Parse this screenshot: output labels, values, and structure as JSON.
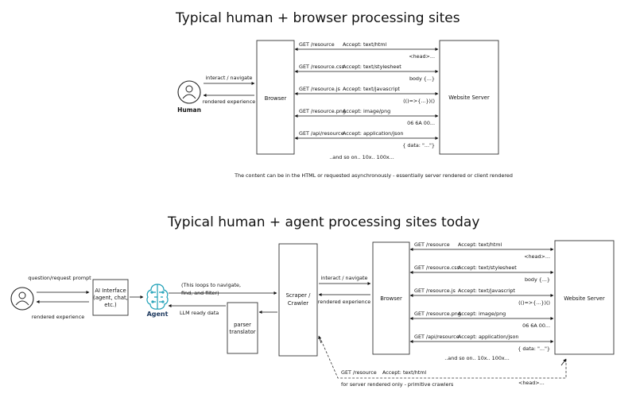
{
  "top": {
    "title": "Typical human + browser processing sites",
    "human_label": "Human",
    "interact": "interact / navigate",
    "rendered": "rendered experience",
    "browser": "Browser",
    "server": "Website Server",
    "requests": [
      {
        "req": "GET /resource",
        "accept": "Accept: text/html",
        "resp": "<head>..."
      },
      {
        "req": "GET /resource.css",
        "accept": "Accept: text/stylesheet",
        "resp": "body {...}"
      },
      {
        "req": "GET /resource.js",
        "accept": "Accept: text/javascript",
        "resp": "(()=>{...})()"
      },
      {
        "req": "GET /resource.png",
        "accept": "Accept: image/png",
        "resp": "06 6A 00..."
      },
      {
        "req": "GET /api/resource",
        "accept": "Accept: application/json",
        "resp": "{ data: \"...\"}"
      }
    ],
    "more": "..and so on.. 10x.. 100x...",
    "note": "The content can be in the HTML or requested asynchronously - essentially server rendered or client rendered"
  },
  "bottom": {
    "title": "Typical human + agent processing sites today",
    "question": "question/request prompt",
    "rendered_human": "rendered experience",
    "ai_interface": [
      "AI Interface",
      "(agent, chat,",
      "etc.)"
    ],
    "agent": "Agent",
    "loops": [
      "(This loops to navigate,",
      "find, and filter)"
    ],
    "llm_ready": "LLM ready data",
    "parser": [
      "parser",
      "translator"
    ],
    "scraper": [
      "Scraper /",
      "Crawler"
    ],
    "interact": "interact / navigate",
    "rendered": "rendered experience",
    "browser": "Browser",
    "server": "Website Server",
    "requests": [
      {
        "req": "GET /resource",
        "accept": "Accept: text/html",
        "resp": "<head>..."
      },
      {
        "req": "GET /resource.css",
        "accept": "Accept: text/stylesheet",
        "resp": "body {...}"
      },
      {
        "req": "GET /resource.js",
        "accept": "Accept: text/javascript",
        "resp": "(()=>{...})()"
      },
      {
        "req": "GET /resource.png",
        "accept": "Accept: image/png",
        "resp": "06 6A 00..."
      },
      {
        "req": "GET /api/resource",
        "accept": "Accept: application/json",
        "resp": "{ data: \"...\"}"
      }
    ],
    "more": "..and so on.. 10x.. 100x...",
    "primitive_req": "GET /resource",
    "primitive_accept": "Accept: text/html",
    "primitive_note": "for server rendered only - primitive crawlers",
    "primitive_resp": "<head>..."
  }
}
